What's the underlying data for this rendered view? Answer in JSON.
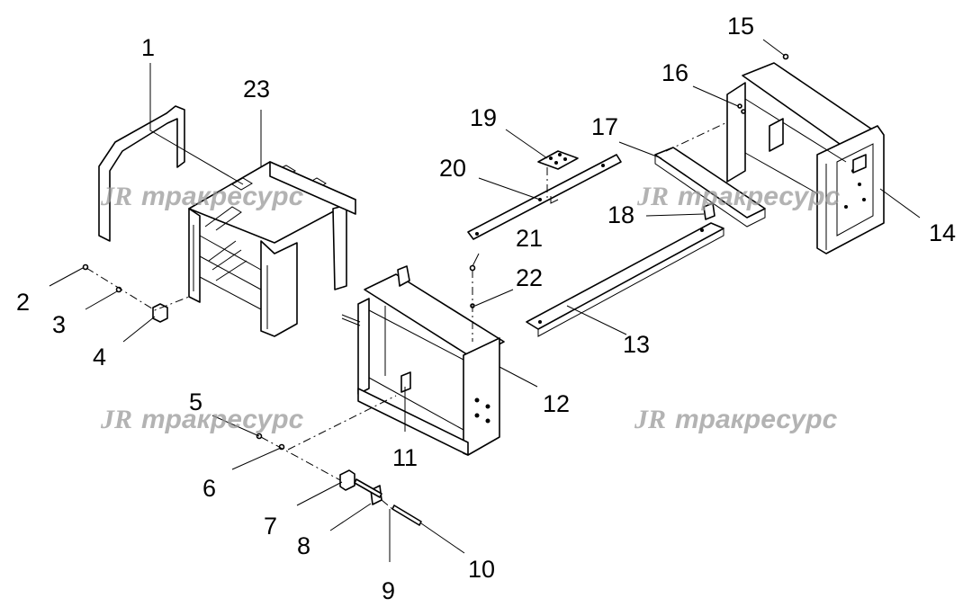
{
  "watermark": {
    "logo": "JR",
    "text": "тракресурс"
  },
  "callouts": {
    "c1": "1",
    "c2": "2",
    "c3": "3",
    "c4": "4",
    "c5": "5",
    "c6": "6",
    "c7": "7",
    "c8": "8",
    "c9": "9",
    "c10": "10",
    "c11": "11",
    "c12": "12",
    "c13": "13",
    "c14": "14",
    "c15": "15",
    "c16": "16",
    "c17": "17",
    "c18": "18",
    "c19": "19",
    "c20": "20",
    "c21": "21",
    "c22": "22",
    "c23": "23"
  },
  "colors": {
    "line": "#000000",
    "watermark": "#9a9a9a",
    "background": "#ffffff"
  }
}
